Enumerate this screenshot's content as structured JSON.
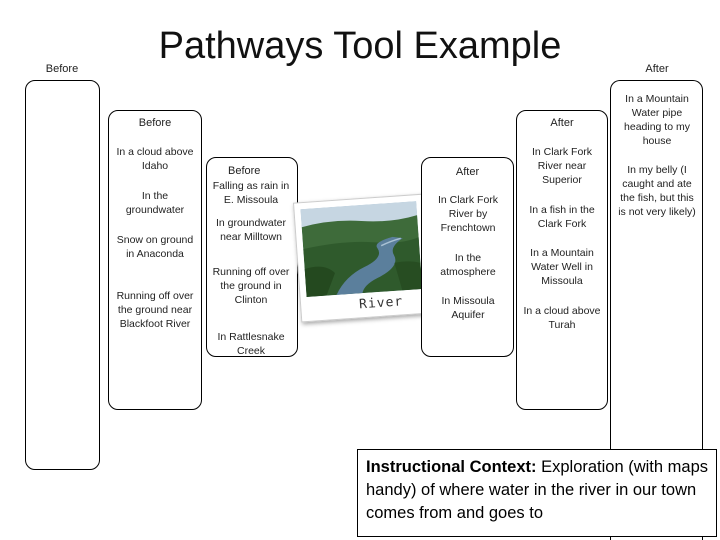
{
  "title": "Pathways Tool Example",
  "corner_before": "Before",
  "corner_after": "After",
  "outer_left": {
    "header": "Before"
  },
  "col1": {
    "header": "Before",
    "items": [
      "In a cloud above Idaho",
      "In the groundwater",
      "Snow on ground in Anaconda",
      "Running off over the ground near Blackfoot River"
    ]
  },
  "col2": {
    "header": "Before",
    "items": [
      "Falling as rain in E. Missoula",
      "In groundwater near Milltown",
      "Running off over the ground in Clinton",
      "In Rattlesnake Creek"
    ]
  },
  "center": {
    "caption": "River"
  },
  "col3": {
    "header": "After",
    "items": [
      "In Clark Fork River by Frenchtown",
      "In the atmosphere",
      "In Missoula Aquifer"
    ]
  },
  "col4": {
    "header": "After",
    "items": [
      "In Clark Fork River near Superior",
      "In a fish in the Clark Fork",
      "In a Mountain Water Well in Missoula",
      "In a cloud above Turah"
    ]
  },
  "col5": {
    "items": [
      "In a Mountain Water pipe heading to my house",
      "In my belly (I caught and ate the fish, but this is not very likely)"
    ]
  },
  "context": {
    "label": "Instructional Context:",
    "text": " Exploration (with maps handy) of where water in the river in our town comes from and goes to"
  }
}
